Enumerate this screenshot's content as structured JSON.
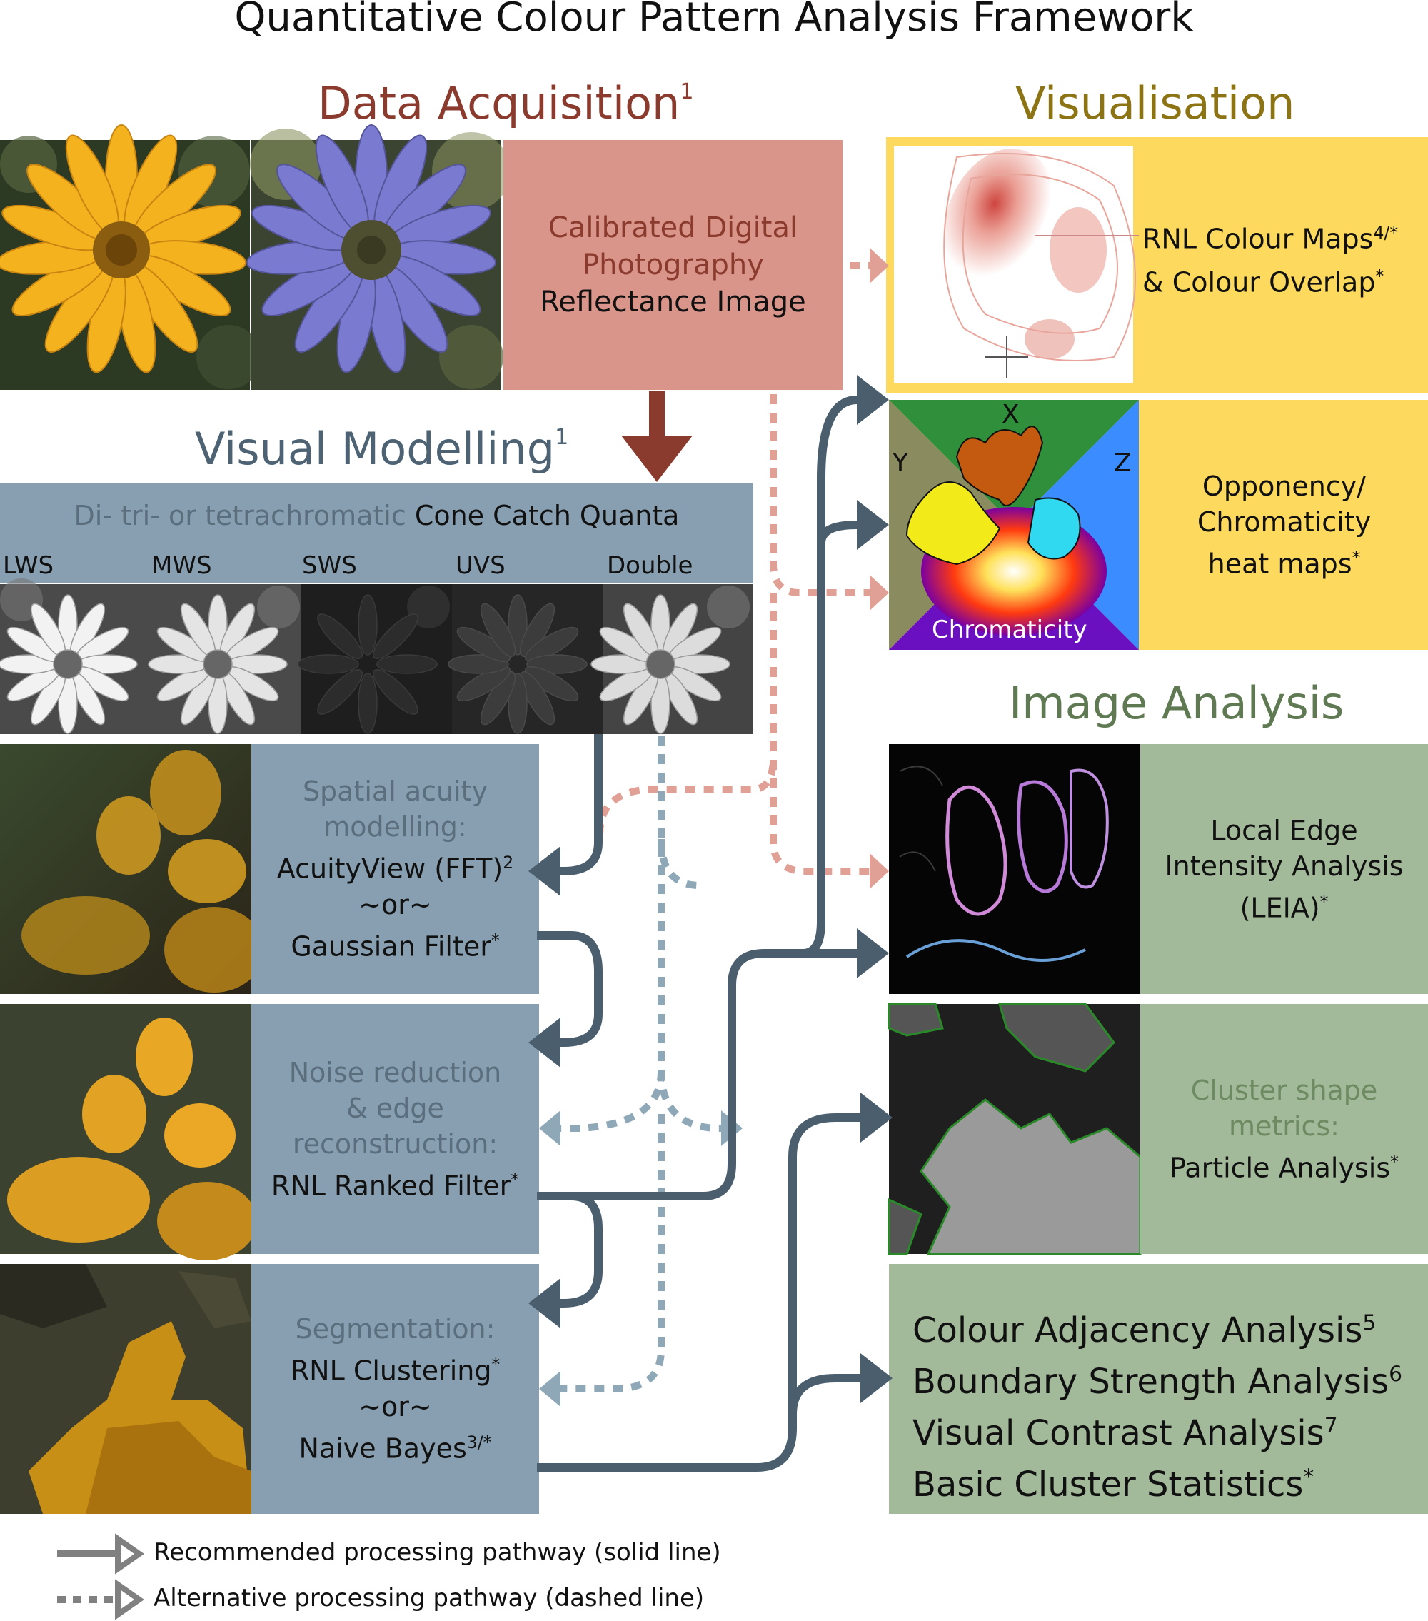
{
  "title": "Quantitative Colour Pattern Analysis Framework",
  "colors": {
    "acquisition": "#8B3A2E",
    "acquisition_box": "#D9958A",
    "visualisation": "#8C7414",
    "visualisation_box": "#FDD95E",
    "modelling": "#4D6273",
    "modelling_box": "#879FB0",
    "analysis": "#5F7A52",
    "analysis_box": "#A2B99A",
    "solid_arrow": "#4A5E6E",
    "dashed_pink": "#E0A095",
    "dashed_blue": "#8FA8B8"
  },
  "sections": {
    "acquisition": {
      "title": "Data Acquisition",
      "sup": "1"
    },
    "visualisation": {
      "title": "Visualisation"
    },
    "modelling": {
      "title": "Visual Modelling",
      "sup": "1"
    },
    "analysis": {
      "title": "Image Analysis"
    }
  },
  "acquisition_box": {
    "line1": "Calibrated Digital",
    "line2": "Photography",
    "line3": "Reflectance Image"
  },
  "cone_box": {
    "prefix": "Di- tri- or tetrachromatic",
    "main": "Cone Catch Quanta",
    "channels": [
      "LWS",
      "MWS",
      "SWS",
      "UVS",
      "Double"
    ]
  },
  "acuity_box": {
    "line1": "Spatial acuity",
    "line2": "modelling:",
    "line3": "AcuityView (FFT)",
    "line3_sup": "2",
    "line4": "~or~",
    "line5": "Gaussian Filter",
    "line5_sup": "*"
  },
  "noise_box": {
    "line1": "Noise reduction",
    "line2": "& edge",
    "line3": "reconstruction:",
    "line4": "RNL Ranked Filter",
    "line4_sup": "*"
  },
  "segmentation_box": {
    "line1": "Segmentation:",
    "line2": "RNL Clustering",
    "line2_sup": "*",
    "line3": "~or~",
    "line4": "Naive Bayes",
    "line4_sup": "3/*"
  },
  "colour_maps_box": {
    "line1": "RNL Colour Maps",
    "line1_sup": "4/*",
    "line2": "& Colour Overlap",
    "line2_sup": "*"
  },
  "opponency_box": {
    "line1": "Opponency/",
    "line2": "Chromaticity",
    "line3": "heat maps",
    "line3_sup": "*"
  },
  "chromaticity_tile": {
    "x": "X",
    "y": "Y",
    "z": "Z",
    "label": "Chromaticity"
  },
  "leia_box": {
    "line1": "Local Edge",
    "line2": "Intensity Analysis",
    "line3": "(LEIA)",
    "line3_sup": "*"
  },
  "cluster_box": {
    "line1": "Cluster shape",
    "line2": "metrics:",
    "line3": "Particle Analysis",
    "line3_sup": "*"
  },
  "stats_box": {
    "items": [
      {
        "text": "Colour Adjacency Analysis",
        "sup": "5"
      },
      {
        "text": "Boundary Strength Analysis",
        "sup": "6"
      },
      {
        "text": "Visual Contrast Analysis",
        "sup": "7"
      },
      {
        "text": "Basic Cluster Statistics",
        "sup": "*"
      }
    ]
  },
  "legend": {
    "solid": "Recommended processing pathway (solid line)",
    "dashed": "Alternative processing pathway (dashed line)"
  }
}
